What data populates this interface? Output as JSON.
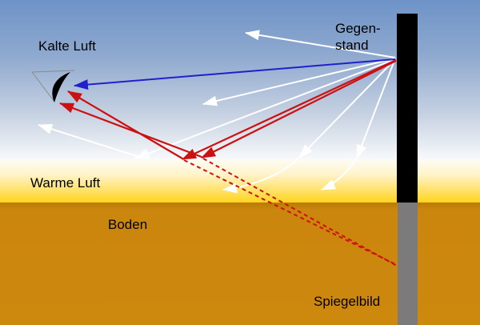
{
  "title": "Luftspiegelung / mirage schematic diagram",
  "labels": {
    "cold_air": "Kalte Luft",
    "object_line1": "Gegen-",
    "object_line2": "stand",
    "warm_air": "Warme Luft",
    "ground": "Boden",
    "mirror_image": "Spiegelbild"
  },
  "colors": {
    "sky_top": "#6E93C7",
    "sky_bottom": "#F8FAFB",
    "warm_yellow": "#FFD41E",
    "ground_orange": "#CB860D",
    "object_black": "#000000",
    "mirror_gray": "#7B7B7B",
    "ray_white": "#FFFFFF",
    "ray_red": "#CC1111",
    "ray_blue": "#2121CC",
    "text": "#000000"
  }
}
